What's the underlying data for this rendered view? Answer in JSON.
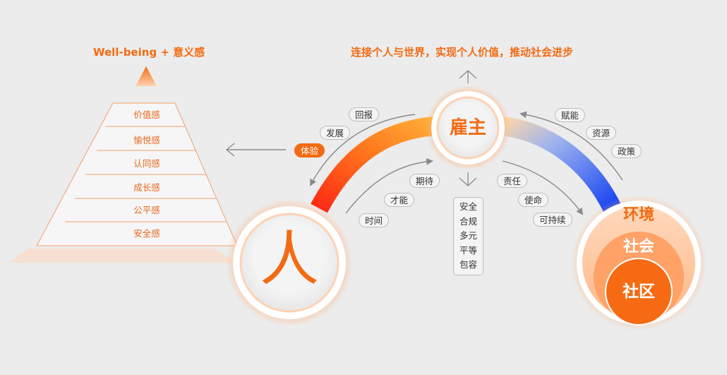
{
  "left_title": "Well-being + 意义感",
  "top_title": "连接个人与世界，实现个人价值，推动社会进步",
  "pyramid": [
    "价值感",
    "愉悦感",
    "认同感",
    "成长感",
    "公平感",
    "安全感"
  ],
  "person": "人",
  "employer": "雇主",
  "environment": {
    "outer": "环境",
    "middle": "社会",
    "inner": "社区"
  },
  "left_arc_labels": {
    "top": "回报",
    "middle": "发展",
    "highlight": "体验"
  },
  "right_arc_labels": [
    "赋能",
    "资源",
    "政策"
  ],
  "inner_left_labels": [
    "期待",
    "才能",
    "时间"
  ],
  "inner_right_labels": [
    "责任",
    "使命",
    "可持续"
  ],
  "values": [
    "安全",
    "合规",
    "多元",
    "平等",
    "包容"
  ],
  "colors": {
    "accent": "#f26b13",
    "blue": "#1a4ff0",
    "red": "#ff3b1f"
  }
}
